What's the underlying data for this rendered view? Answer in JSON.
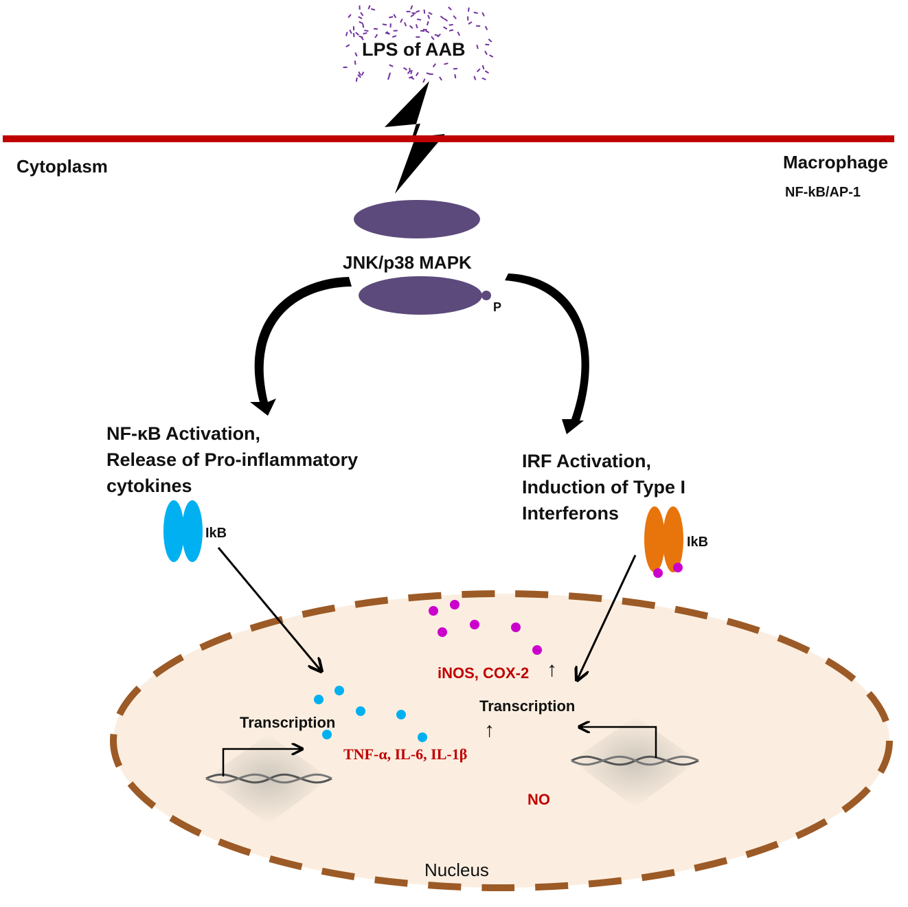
{
  "labels": {
    "lps": "LPS of AAB",
    "cytoplasm": "Cytoplasm",
    "macrophage": "Macrophage",
    "nfkb_ap1": "NF-kB/AP-1",
    "mapk": "JNK/p38 MAPK",
    "phospho": "P",
    "nfkb_activation": "NF-κB Activation,\nRelease of Pro-inflammatory\ncytokines",
    "irf_activation": "IRF Activation,\nInduction of Type I\nInterferons",
    "ikb_left": "IkB",
    "ikb_right": "IkB",
    "transcription_left": "Transcription",
    "transcription_right": "Transcription",
    "inos_cox2": "iNOS, COX-2",
    "cytokines": "TNF-α, IL-6, IL-1β",
    "no": "NO",
    "nucleus": "Nucleus",
    "up_arrow": "↑"
  },
  "colors": {
    "membrane": "#c00000",
    "mapk_protein": "#5c4a7c",
    "ikb_left": "#00b0f0",
    "ikb_right": "#e8740c",
    "magenta_dots": "#cc00cc",
    "cyan_dots": "#00b0f0",
    "nucleus_fill": "#fbeee0",
    "nucleus_border": "#9c5a26",
    "highlight_text": "#c00000",
    "lps_particles": "#7030a0"
  }
}
